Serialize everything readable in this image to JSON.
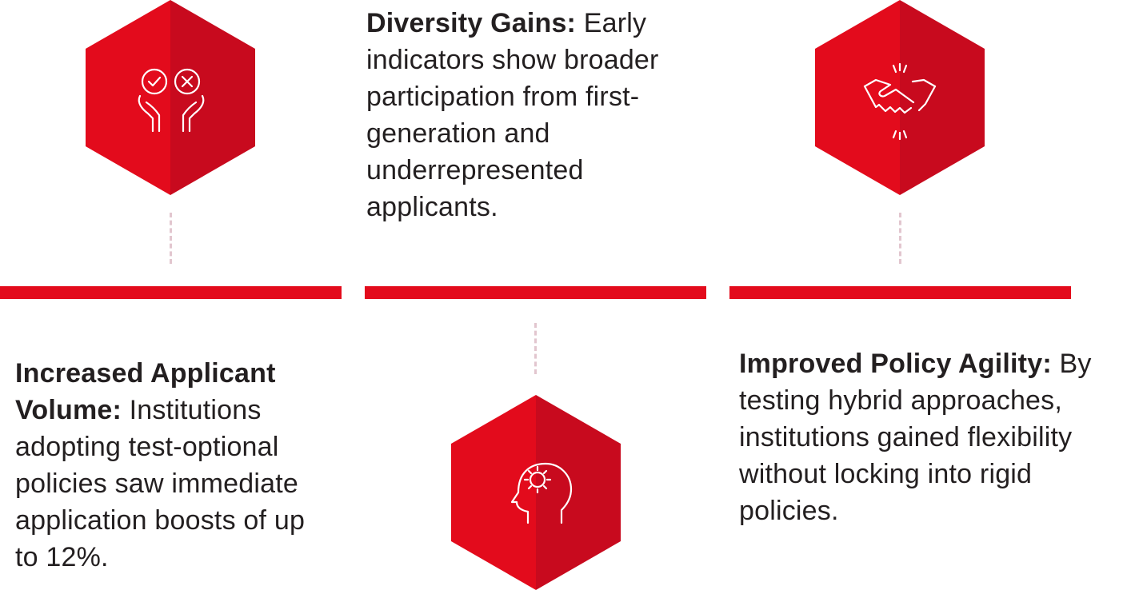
{
  "colors": {
    "accent": "#e30b1c",
    "accent_dark": "#c80a1e",
    "dash": "#e2c6cf",
    "text": "#231f20"
  },
  "items": [
    {
      "id": "volume",
      "icon": "hands-check-cross-icon",
      "heading": "Increased Applicant Volume:",
      "body": " Institutions adopting test-optional policies saw immediate application boosts of up to 12%."
    },
    {
      "id": "diversity",
      "icon": "head-gear-icon",
      "heading": "Diversity Gains:",
      "body": " Early indicators show broader participation from first-generation and underrepresented applicants."
    },
    {
      "id": "agility",
      "icon": "handshake-icon",
      "heading": "Improved Policy Agility:",
      "body": " By testing hybrid approaches, institutions gained flexibility without locking into rigid policies."
    }
  ]
}
